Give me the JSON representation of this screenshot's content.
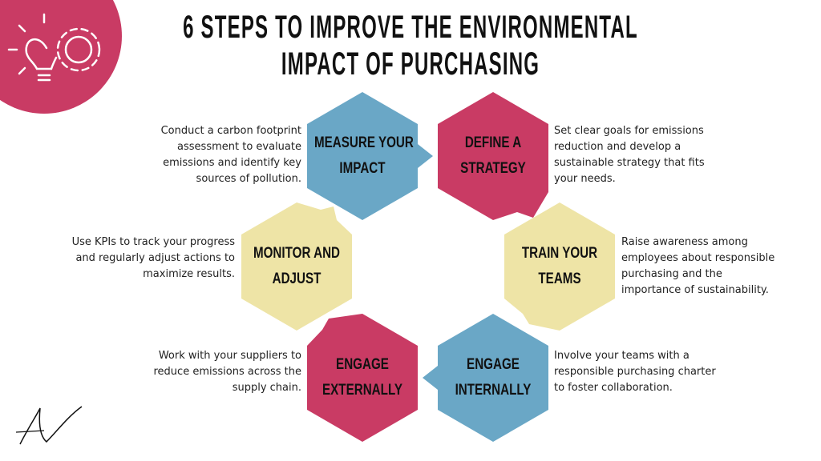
{
  "title": {
    "line1": "6 STEPS TO IMPROVE THE ENVIRONMENTAL",
    "line2": "IMPACT OF PURCHASING"
  },
  "colors": {
    "blue": "#6aa7c6",
    "pink": "#c93b64",
    "yellow": "#eee4a6"
  },
  "steps": [
    {
      "label1": "MEASURE YOUR",
      "label2": "IMPACT",
      "desc": "Conduct a carbon footprint assessment to evaluate emissions and identify key sources of pollution."
    },
    {
      "label1": "DEFINE A",
      "label2": "STRATEGY",
      "desc": "Set clear goals for emissions reduction and develop a sustainable strategy that fits your needs."
    },
    {
      "label1": "TRAIN YOUR",
      "label2": "TEAMS",
      "desc": "Raise awareness among employees about responsible purchasing and the importance of sustainability."
    },
    {
      "label1": "ENGAGE",
      "label2": "INTERNALLY",
      "desc": "Involve your teams with a responsible purchasing charter to foster collaboration."
    },
    {
      "label1": "ENGAGE",
      "label2": "EXTERNALLY",
      "desc": "Work with your suppliers to reduce emissions across the supply chain."
    },
    {
      "label1": "MONITOR AND",
      "label2": "ADJUST",
      "desc": "Use KPIs to track your progress and regularly adjust actions to maximize results."
    }
  ]
}
